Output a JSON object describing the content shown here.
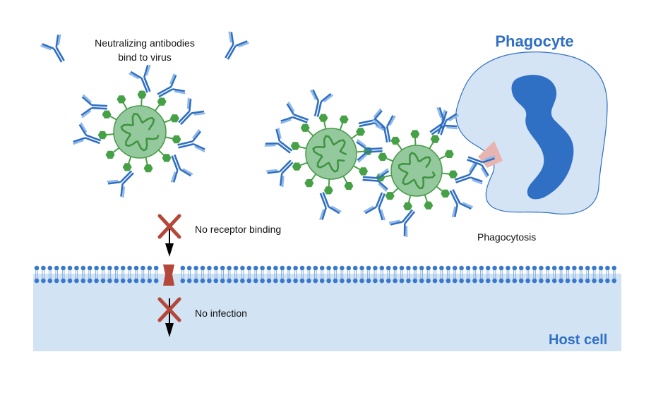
{
  "labels": {
    "antibodies_line1": "Neutralizing antibodies",
    "antibodies_line2": "bind to virus",
    "phagocyte": "Phagocyte",
    "no_receptor_binding": "No receptor binding",
    "no_infection": "No infection",
    "phagocytosis": "Phagocytosis",
    "host_cell": "Host cell"
  },
  "colors": {
    "antibody_heavy": "#2f6fc4",
    "antibody_light": "#8db8e8",
    "virus_fill": "#93c99c",
    "virus_stroke": "#4a9a4a",
    "spike": "#46a046",
    "host_cell": "#d2e3f4",
    "membrane": "#3a78cc",
    "receptor": "#b5473a",
    "blocked_x": "#b5473a",
    "phagocyte_fill": "#d4e4f5",
    "phagocyte_nucleus": "#2f6fc4",
    "pseudopod": "#e8b4b0"
  },
  "icons": [
    "virus-icon",
    "antibody-icon",
    "cross-icon",
    "arrow-down-icon",
    "receptor-icon",
    "phagocyte-icon"
  ]
}
